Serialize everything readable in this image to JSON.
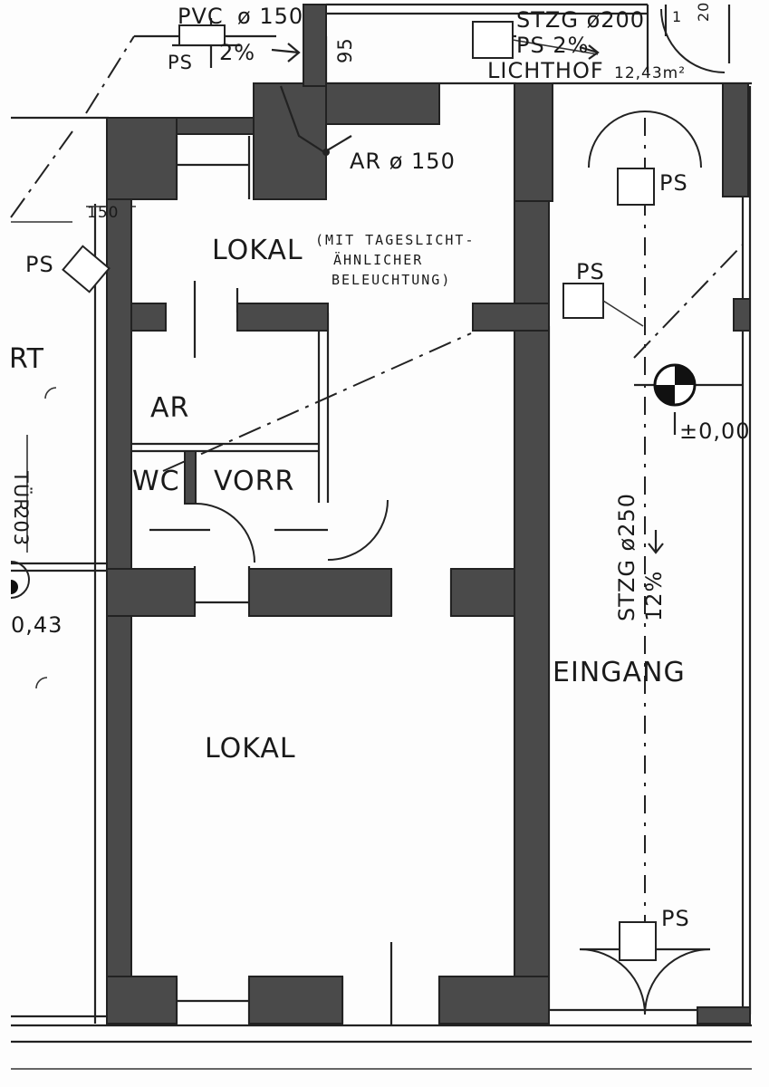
{
  "labels": {
    "pvc": "PVC",
    "pvc_diameter": "ø 150",
    "ps_top_left": "PS",
    "slope_top_left": "2%",
    "dim_95": "95",
    "stzg_top": "STZG ø200",
    "ps_slope_top": "PS 2%",
    "lichthof": "LICHTHOF",
    "lichthof_area": "12,43m²",
    "ar_diameter": "AR  ø 150",
    "ps_right_top": "PS",
    "dim_150": "150",
    "lokal_upper": "LOKAL",
    "note_line1": "(MIT TAGESLICHT-",
    "note_line2": "ÄHNLICHER",
    "note_line3": "BELEUCHTUNG)",
    "ps_left": "PS",
    "ps_right_mid": "PS",
    "rt_fragment": "RT",
    "ar_room": "AR",
    "elevation_zero": "±0,00",
    "wc": "WC",
    "vorr": "VORR",
    "side_fragment_tur": "TÜR",
    "side_fragment_203": "203",
    "stzg_right": "STZG ø250",
    "slope_right": "12%",
    "elevation_left": "0,43",
    "eingang": "EINGANG",
    "lokal_lower": "LOKAL",
    "ps_bottom": "PS",
    "top_corner_1": "1",
    "top_corner_20": "20"
  }
}
